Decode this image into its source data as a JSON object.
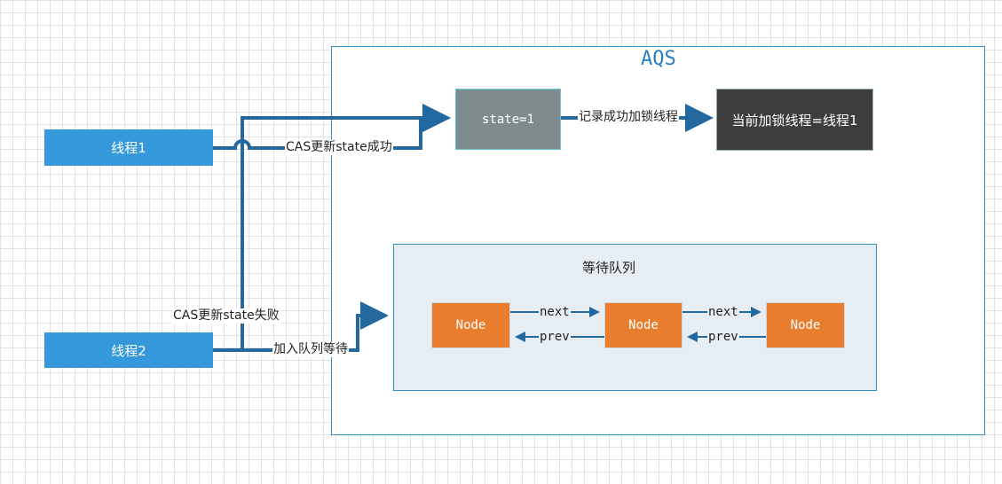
{
  "aqs": {
    "title": "AQS"
  },
  "threads": [
    {
      "label": "线程1"
    },
    {
      "label": "线程2"
    }
  ],
  "state": {
    "label": "state=1"
  },
  "current_lock": {
    "label": "当前加锁线程=线程1"
  },
  "queue": {
    "title": "等待队列",
    "nodes": [
      {
        "label": "Node"
      },
      {
        "label": "Node"
      },
      {
        "label": "Node"
      }
    ],
    "next_label": "next",
    "prev_label": "prev"
  },
  "edges": {
    "cas_success": "CAS更新state成功",
    "record_success": "记录成功加锁线程",
    "cas_fail": "CAS更新state失败",
    "join_queue": "加入队列等待"
  },
  "colors": {
    "thread": "#3498db",
    "state": "#7f8c8d",
    "current_lock": "#3d3d3d",
    "node": "#e87d2e",
    "queue_bg": "#e7eef3",
    "connector": "#2369a0",
    "frame": "#2f8fc5"
  }
}
